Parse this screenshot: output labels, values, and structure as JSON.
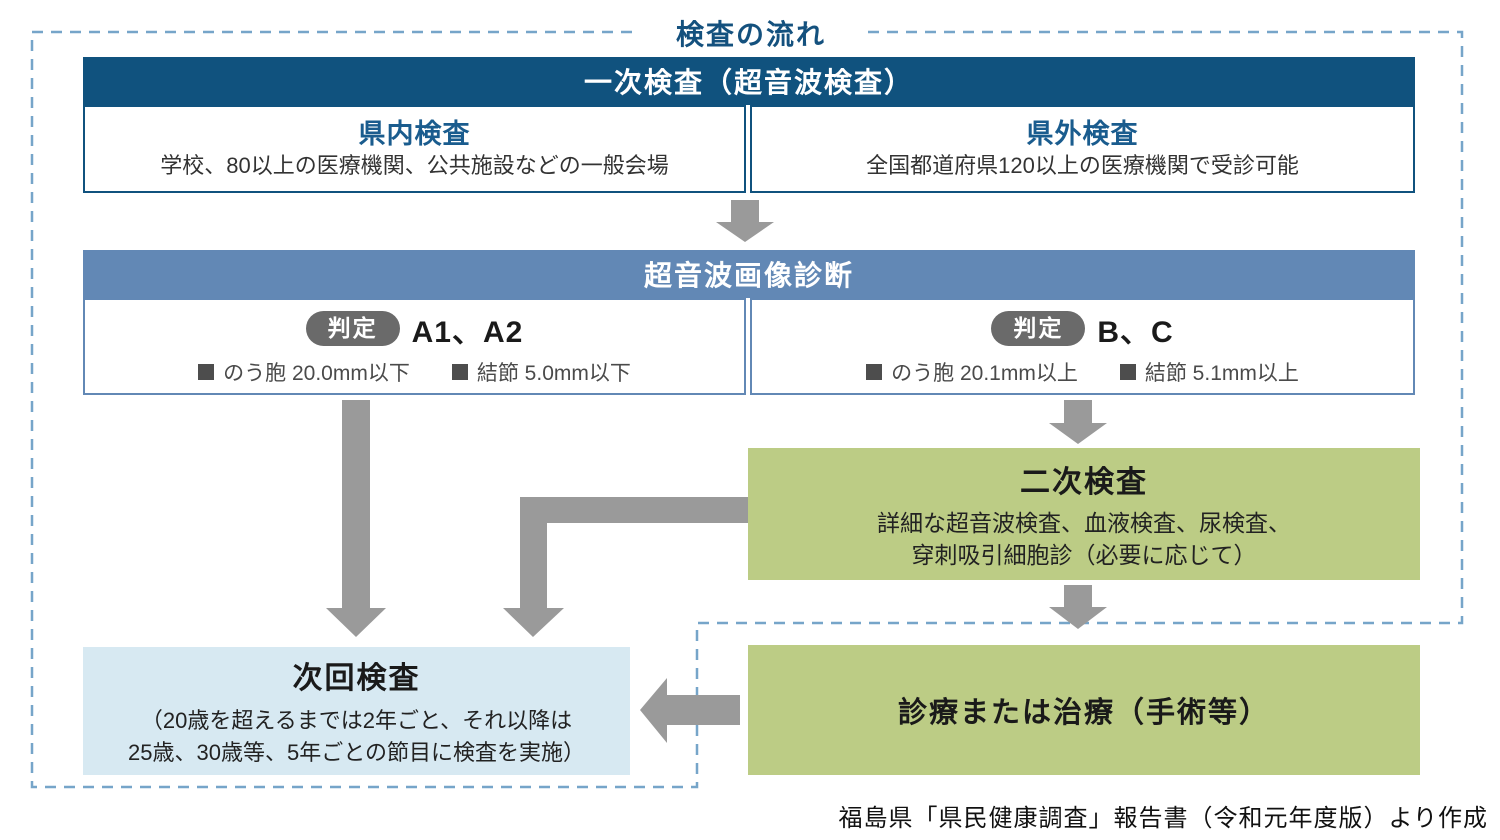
{
  "flow_title": "検査の流れ",
  "primary": {
    "header": "一次検査（超音波検査）",
    "left": {
      "title": "県内検査",
      "desc": "学校、80以上の医療機関、公共施設などの一般会場"
    },
    "right": {
      "title": "県外検査",
      "desc": "全国都道府県120以上の医療機関で受診可能"
    }
  },
  "diagnosis": {
    "header": "超音波画像診断",
    "left": {
      "badge": "判定",
      "grade": "A1、A2",
      "cyst": "のう胞 20.0mm以下",
      "nodule": "結節 5.0mm以下"
    },
    "right": {
      "badge": "判定",
      "grade": "B、C",
      "cyst": "のう胞 20.1mm以上",
      "nodule": "結節 5.1mm以上"
    }
  },
  "secondary_exam": {
    "title": "二次検査",
    "desc_line1": "詳細な超音波検査、血液検査、尿検査、",
    "desc_line2": "穿刺吸引細胞診（必要に応じて）"
  },
  "next_exam": {
    "title": "次回検査",
    "desc_line1": "（20歳を超えるまでは2年ごと、それ以降は",
    "desc_line2": "25歳、30歳等、5年ごとの節目に検査を実施）"
  },
  "treatment": {
    "title": "診療または治療（手術等）"
  },
  "source": "福島県「県民健康調査」報告書（令和元年度版）より作成",
  "colors": {
    "header_dark_blue": "#10527E",
    "header_steel_blue": "#6288B5",
    "title_blue": "#14517E",
    "cell_title_blue": "#1A5C8E",
    "green_box": "#BCCC85",
    "light_blue_box": "#D7E9F2",
    "arrow_gray": "#9A9A9A",
    "badge_gray": "#6A6A6A",
    "dashed_border_blue": "#76A5C9"
  }
}
